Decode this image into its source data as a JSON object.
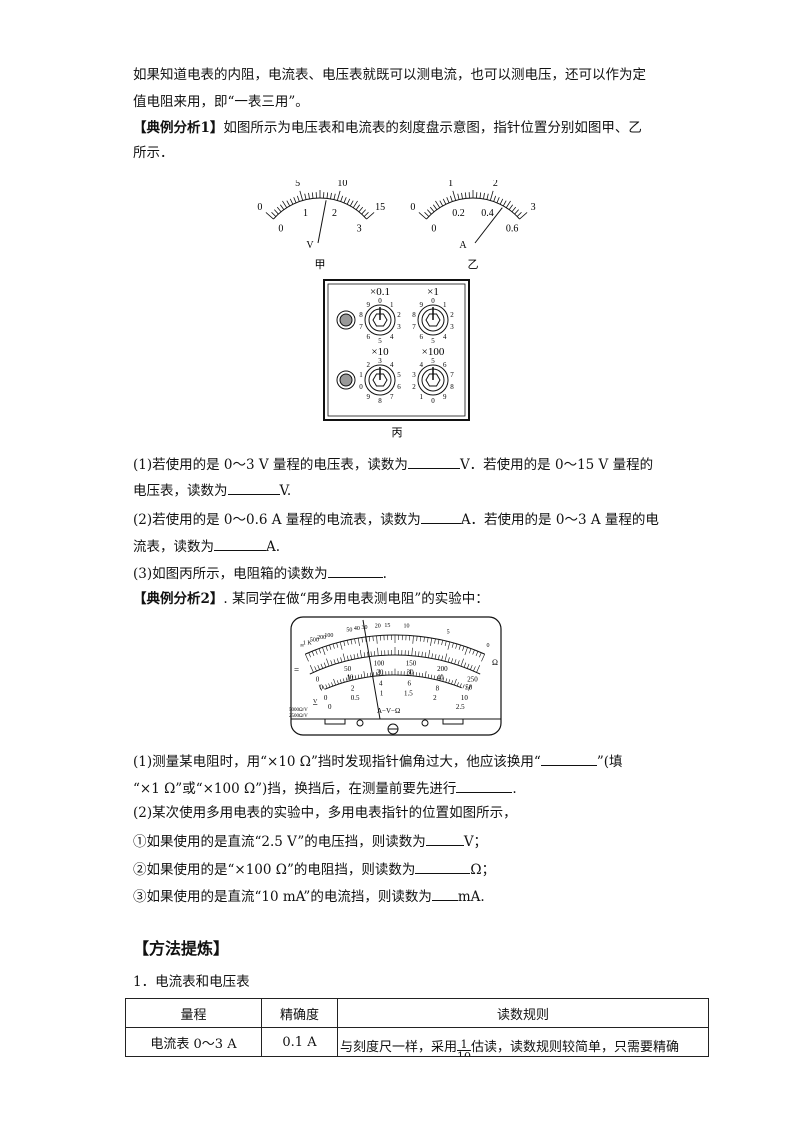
{
  "intro": "如果知道电表的内阻，电流表、电压表就既可以测电流，也可以测电压，还可以作为定",
  "intro2": "值电阻来用，即“一表三用”。",
  "example1": {
    "tag": "【典例分析1】",
    "text": "如图所示为电压表和电流表的刻度盘示意图，指针位置分别如图甲、乙",
    "text2": "所示．",
    "fig_jia": {
      "outer": [
        "0",
        "5",
        "10",
        "15"
      ],
      "inner": [
        "0",
        "1",
        "2",
        "3"
      ],
      "unit": "V",
      "caption": "甲"
    },
    "fig_yi": {
      "outer": [
        "0",
        "1",
        "2",
        "3"
      ],
      "inner": [
        "0",
        "0.2",
        "0.4",
        "0.6"
      ],
      "unit": "A",
      "caption": "乙"
    },
    "fig_bing": {
      "caption": "丙",
      "dials": [
        {
          "label": "×0.1",
          "digits": [
            "0",
            "1",
            "2",
            "3",
            "4",
            "5",
            "6",
            "7",
            "8",
            "9"
          ],
          "value": "0"
        },
        {
          "label": "×1",
          "digits": [
            "0",
            "1",
            "2",
            "3",
            "4",
            "5",
            "6",
            "7",
            "8",
            "9"
          ],
          "value": "0"
        },
        {
          "label": "×10",
          "digits": [
            "3",
            "4",
            "5",
            "6",
            "7",
            "8",
            "9",
            "0",
            "1",
            "2"
          ],
          "value": "3"
        },
        {
          "label": "×100",
          "digits": [
            "5",
            "6",
            "7",
            "8",
            "9",
            "0",
            "1",
            "2",
            "3",
            "4"
          ],
          "value": "5"
        }
      ]
    },
    "q1a": "(1)若使用的是 0～3 V 量程的电压表，读数为",
    "q1b": "V．若使用的是 0～15 V 量程的",
    "q1c": "电压表，读数为",
    "q1d": "V.",
    "q2a": "(2)若使用的是 0～0.6 A 量程的电流表，读数为",
    "q2b": "A．若使用的是 0～3 A 量程的电",
    "q2c": "流表，读数为",
    "q2d": "A.",
    "q3a": "(3)如图丙所示，电阻箱的读数为",
    "q3b": "."
  },
  "example2": {
    "tag": "【典例分析2】",
    "text": ". 某同学在做“用多用电表测电阻”的实验中：",
    "meter": {
      "ohm_scale": [
        "∞",
        "1 K",
        "500",
        "200",
        "100",
        "50",
        "40",
        "30",
        "20",
        "15",
        "10",
        "5",
        "0"
      ],
      "mid_scale": [
        "0",
        "50",
        "100",
        "150",
        "200",
        "250"
      ],
      "mid_scale2": [
        "0",
        "10",
        "20",
        "30",
        "40",
        "50"
      ],
      "low_scale": [
        "0",
        "2",
        "4",
        "6",
        "8",
        "10"
      ],
      "low_scale2": [
        "0",
        "0.5",
        "1",
        "1.5",
        "2",
        "2.5"
      ],
      "ohm_sym": "Ω",
      "dc_sym": "=",
      "ac_sym": "V",
      "spec1": "5000Ω/V",
      "spec2": "2500Ω/V",
      "mode": "A−V−Ω"
    },
    "q1a": "(1)测量某电阻时，用“×10 Ω”挡时发现指针偏角过大，他应该换用“",
    "q1b": "”(填",
    "q1c": "“×1 Ω”或“×100 Ω”)挡，换挡后，在测量前要先进行",
    "q1d": ".",
    "q2": "(2)某次使用多用电表的实验中，多用电表指针的位置如图所示，",
    "s1a": "①如果使用的是直流“2.5 V”的电压挡，则读数为",
    "s1b": "V；",
    "s2a": "②如果使用的是“×100 Ω”的电阻挡，则读数为",
    "s2b": "Ω；",
    "s3a": "③如果使用的是直流“10 mA”的电流挡，则读数为",
    "s3b": "mA."
  },
  "method": {
    "heading": "【方法提炼】",
    "sub": "1．电流表和电压表",
    "table": {
      "headers": [
        "量程",
        "精确度",
        "读数规则"
      ],
      "rows": [
        [
          "电流表 0～3 A",
          "0.1 A",
          "与刻度尺一样，采用1/10估读，读数规则较简单，只需要精确"
        ]
      ]
    },
    "frac_num": "1",
    "frac_den": "10",
    "rule_a": "与刻度尺一样，采用",
    "rule_b": "估读，读数规则较简单，只需要精确"
  }
}
